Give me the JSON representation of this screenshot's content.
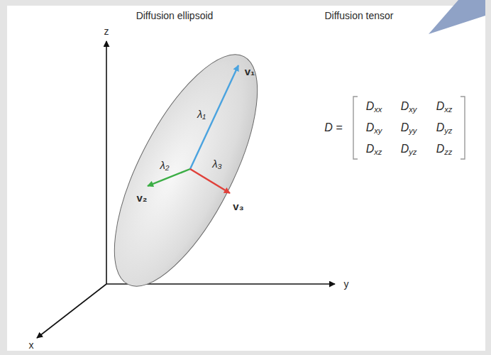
{
  "diagram": {
    "labels": [
      "Diffusion ellipsoid",
      "Diffusion tensor",
      "z",
      "y",
      "x",
      "λ₁",
      "λ₂",
      "λ₃",
      "v₁",
      "v₂",
      "v₃",
      "D =",
      "Dxx",
      "Dxy",
      "Dxz",
      "Dxy",
      "Dyy",
      "Dyz",
      "Dxz",
      "Dyz",
      "Dzz"
    ]
  }
}
